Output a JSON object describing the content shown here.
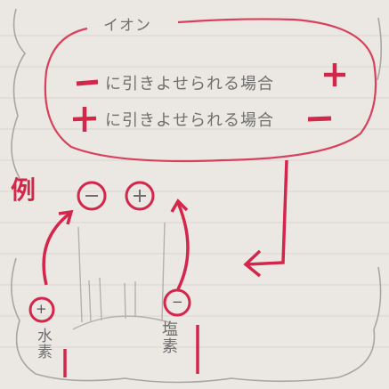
{
  "photo": {
    "title": "イオン",
    "rule_minus_lhs": "−",
    "rule_line_1": "に引きよせられる場合",
    "rule_plus_rhs": "+",
    "rule_plus_lhs": "+",
    "rule_line_2": "に引きよせられる場合",
    "rule_minus_rhs": "−",
    "example_label": "例",
    "ion_minus": "−",
    "ion_plus": "+",
    "electrode_left_sign": "+",
    "electrode_right_sign": "−",
    "left_gas_label": "水素",
    "right_gas_label": "塩素"
  }
}
